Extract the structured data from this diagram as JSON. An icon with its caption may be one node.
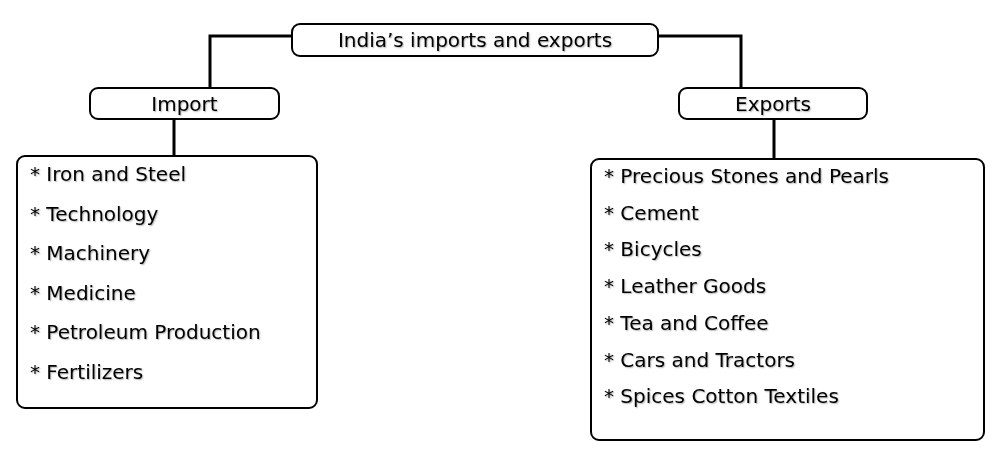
{
  "diagram": {
    "nodes": [
      {
        "text": [
          "India’s imports and exports"
        ]
      },
      {
        "text": [
          "Import"
        ]
      },
      {
        "text": [
          "* Iron and Steel",
          "* Technology",
          "* Machinery",
          "* Medicine",
          "* Petroleum Production",
          "* Fertilizers"
        ]
      },
      {
        "text": [
          "Exports"
        ]
      },
      {
        "text": [
          "* Precious Stones and Pearls",
          "* Cement",
          "* Bicycles",
          "* Leather Goods",
          "* Tea and Coffee",
          "* Cars and Tractors",
          "* Spices Cotton Textiles"
        ]
      }
    ],
    "edges": [
      {
        "from": 0,
        "to": 1,
        "arrow": "none"
      },
      {
        "from": 0,
        "to": 3,
        "arrow": "none"
      },
      {
        "from": 1,
        "to": 2,
        "arrow": "none"
      },
      {
        "from": 3,
        "to": 4,
        "arrow": "none"
      }
    ]
  }
}
